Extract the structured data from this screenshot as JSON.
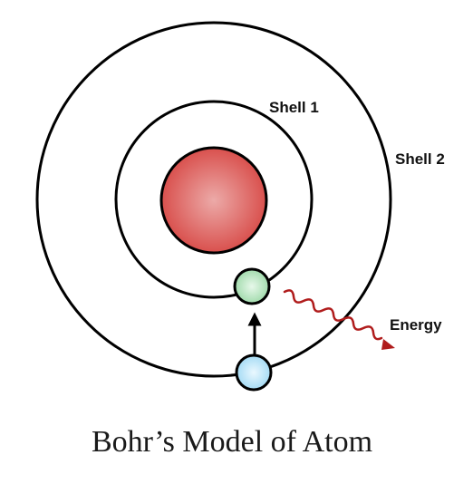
{
  "labels": {
    "shell_1": "Shell 1",
    "shell_2": "Shell 2",
    "energy": "Energy"
  },
  "caption": "Bohr’s Model of Atom",
  "colors": {
    "nucleus_center": "#ef9a9a",
    "nucleus_edge": "#c62828",
    "electron_excited": "#a5d6a7",
    "electron_ground": "#b3e5fc",
    "energy_wave": "#b71c1c",
    "orbit_stroke": "#000000"
  },
  "icons": {
    "transition_arrow": "arrow-up-icon",
    "energy_emission": "wavy-arrow-icon"
  }
}
